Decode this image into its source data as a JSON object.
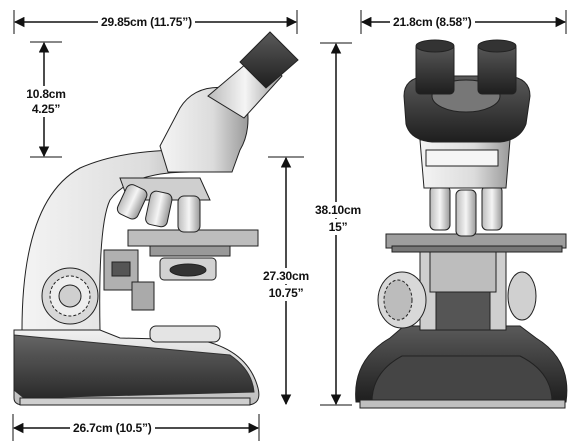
{
  "figure": {
    "dimensions": {
      "side_width": "29.85cm (11.75”)",
      "front_width": "21.8cm (8.58”)",
      "eyepiece_height_cm": "10.8cm",
      "eyepiece_height_in": "4.25”",
      "total_height_cm": "38.10cm",
      "total_height_in": "15”",
      "stage_height_cm": "27.30cm",
      "stage_height_in": "10.75”",
      "base_depth": "26.7cm (10.5”)"
    },
    "colors": {
      "body_light": "#e8e8e8",
      "body_mid": "#b9b9b9",
      "body_dark": "#3a3a3a",
      "outline": "#222222",
      "arrow": "#111111"
    }
  }
}
